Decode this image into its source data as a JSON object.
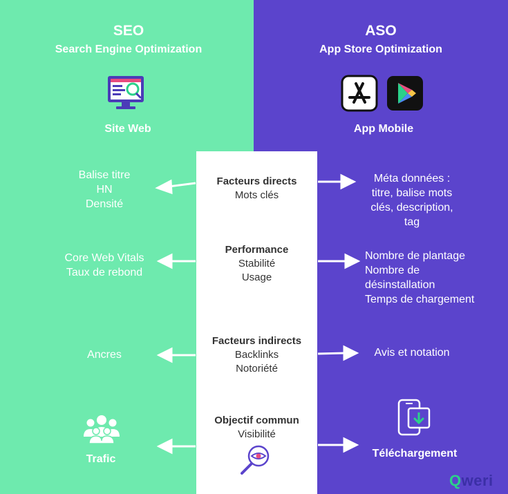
{
  "seo": {
    "title": "SEO",
    "subtitle": "Search Engine Optimization",
    "caption": "Site Web",
    "icon": "website-analytics-icon",
    "color": "#6EEAAE"
  },
  "aso": {
    "title": "ASO",
    "subtitle": "App Store Optimization",
    "caption": "App Mobile",
    "icons": [
      "app-store-icon",
      "google-play-icon"
    ],
    "color": "#5B44CC"
  },
  "rows": [
    {
      "center_heading": "Facteurs directs",
      "center_lines": [
        "Mots clés"
      ],
      "left_lines": [
        "Balise titre",
        "HN",
        "Densité"
      ],
      "right_lines": [
        "Méta données :",
        "titre, balise mots",
        "clés, description,",
        "tag"
      ]
    },
    {
      "center_heading": "Performance",
      "center_lines": [
        "Stabilité",
        "Usage"
      ],
      "left_lines": [
        "Core Web Vitals",
        "Taux de rebond"
      ],
      "right_lines": [
        "Nombre de plantage",
        "Nombre de",
        "désinstallation",
        "Temps de chargement"
      ]
    },
    {
      "center_heading": "Facteurs indirects",
      "center_lines": [
        "Backlinks",
        "Notoriété"
      ],
      "left_lines": [
        "Ancres"
      ],
      "right_lines": [
        "Avis et notation"
      ]
    },
    {
      "center_heading": "Objectif commun",
      "center_lines": [
        "Visibilité"
      ],
      "left_caption": "Trafic",
      "right_caption": "Téléchargement",
      "left_icon": "group-of-people-icon",
      "center_icon": "magnifier-eye-icon",
      "right_icon": "phone-download-icon"
    }
  ],
  "logo": {
    "first_letter": "Q",
    "rest": "weri",
    "color": "#3B2FA6",
    "accent": "#2BD18A"
  }
}
